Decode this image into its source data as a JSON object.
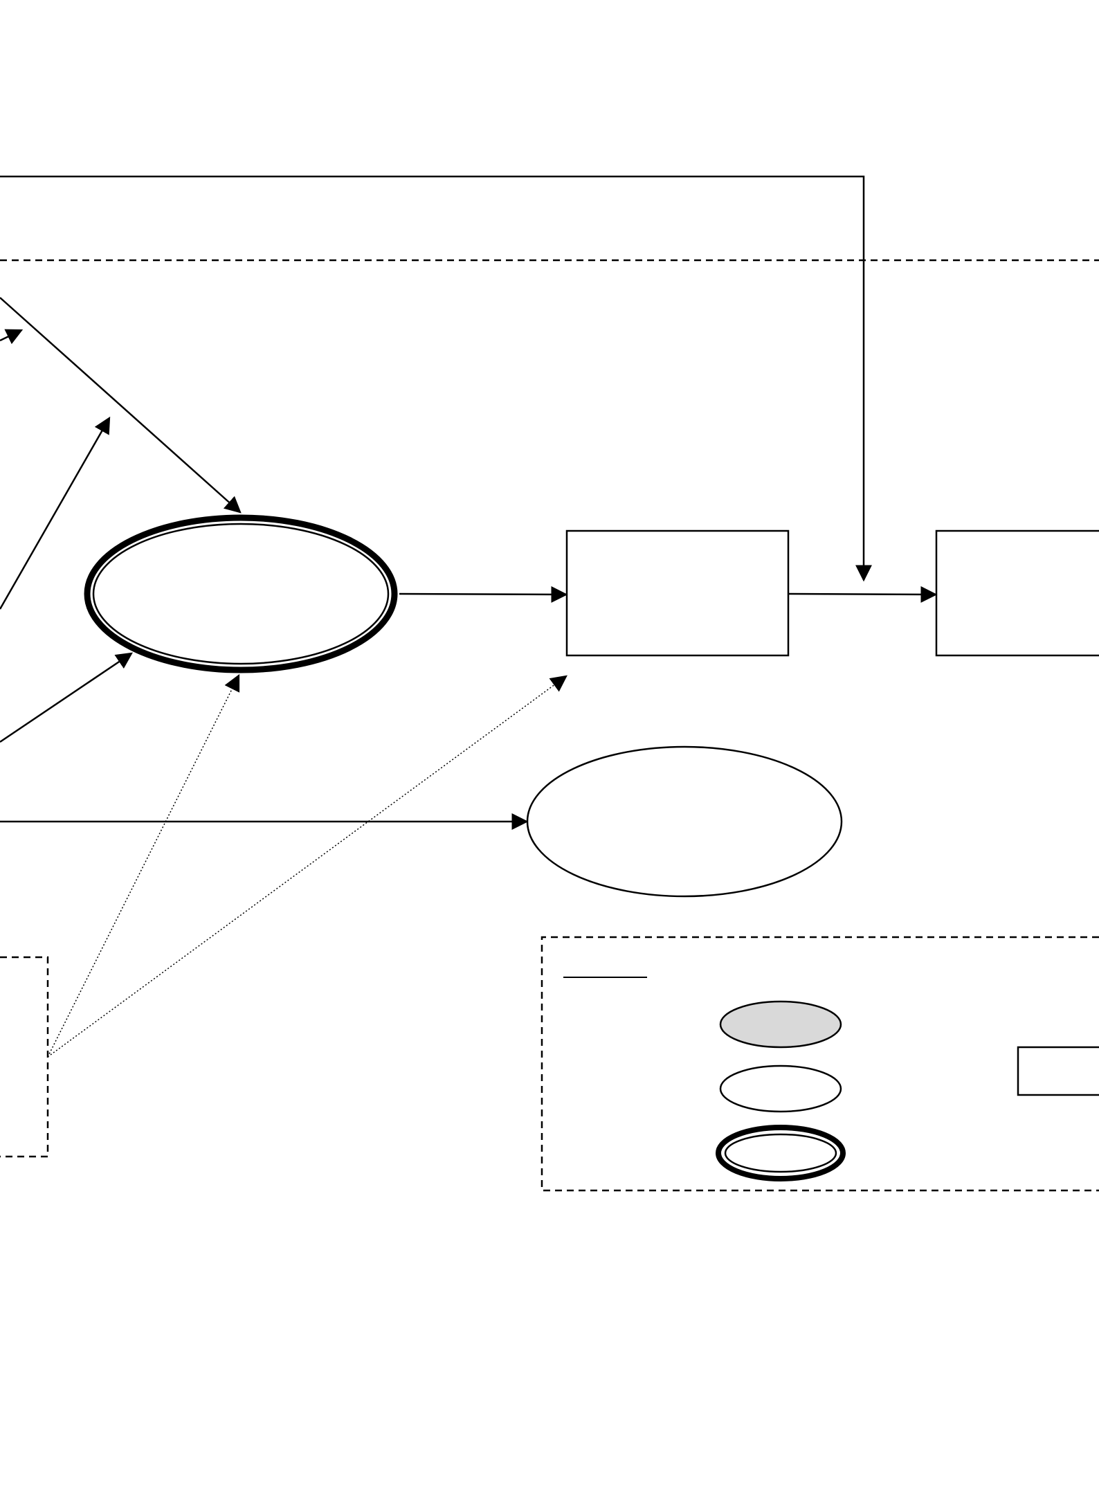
{
  "diagram": {
    "colors": {
      "line": "#000000",
      "background": "#ffffff",
      "legend_shaded_fill": "#d9d9d9"
    },
    "nodes": [
      {
        "id": "central-construct",
        "shape": "ellipse",
        "style": "double-thick-border"
      },
      {
        "id": "process-box-1",
        "shape": "rectangle",
        "style": "solid"
      },
      {
        "id": "process-box-2",
        "shape": "rectangle",
        "style": "solid",
        "clipped": "right"
      },
      {
        "id": "lower-construct",
        "shape": "ellipse",
        "style": "solid"
      },
      {
        "id": "moderator-box",
        "shape": "rectangle",
        "style": "dashed",
        "clipped": "left"
      },
      {
        "id": "legend-box",
        "shape": "rectangle",
        "style": "dashed",
        "clipped": "right"
      }
    ],
    "legend": {
      "entries": [
        {
          "id": "legend-shaded-ellipse",
          "shape": "ellipse",
          "style": "shaded"
        },
        {
          "id": "legend-plain-ellipse",
          "shape": "ellipse",
          "style": "solid"
        },
        {
          "id": "legend-double-ellipse",
          "shape": "ellipse",
          "style": "double-thick-border"
        },
        {
          "id": "legend-rectangle",
          "shape": "rectangle",
          "style": "solid",
          "clipped": "right"
        }
      ]
    },
    "connectors": [
      {
        "id": "top-feedback-arrow",
        "from": "offscreen-left",
        "to": "box1-to-box2-link",
        "style": "solid"
      },
      {
        "id": "diagonal-arrow-to-central",
        "from": "offscreen-left",
        "to": "central-construct",
        "style": "solid"
      },
      {
        "id": "short-arrow-upper-left",
        "from": "offscreen-left",
        "to": "offscreen",
        "style": "solid"
      },
      {
        "id": "rising-arrow",
        "from": "offscreen-left",
        "to": "offscreen",
        "style": "solid"
      },
      {
        "id": "lower-arrow-to-central",
        "from": "offscreen-left",
        "to": "central-construct",
        "style": "solid"
      },
      {
        "id": "central-to-box1",
        "from": "central-construct",
        "to": "process-box-1",
        "style": "solid"
      },
      {
        "id": "box1-to-box2",
        "from": "process-box-1",
        "to": "process-box-2",
        "style": "solid"
      },
      {
        "id": "horizontal-arrow-to-lower",
        "from": "offscreen-left",
        "to": "lower-construct",
        "style": "solid"
      },
      {
        "id": "moderator-to-central",
        "from": "moderator-box",
        "to": "central-construct",
        "style": "dotted"
      },
      {
        "id": "moderator-to-link",
        "from": "moderator-box",
        "to": "central-to-box1",
        "style": "dotted"
      }
    ]
  }
}
